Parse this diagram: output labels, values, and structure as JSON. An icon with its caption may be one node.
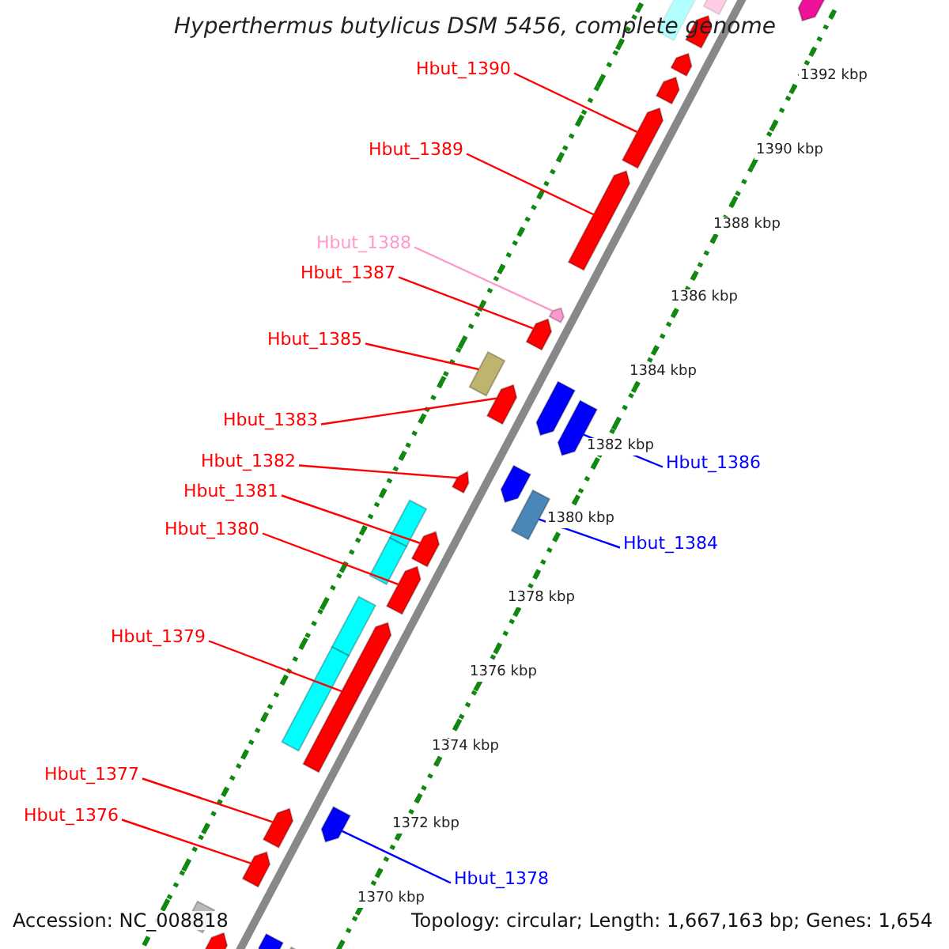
{
  "diagram": {
    "title": "Hyperthermus butylicus DSM 5456, complete genome",
    "nodes": [
      {
        "text": [
          "Hbut_1390"
        ]
      },
      {
        "text": [
          "Hbut_1389"
        ]
      },
      {
        "text": [
          "Hbut_1388"
        ]
      },
      {
        "text": [
          "Hbut_1387"
        ]
      },
      {
        "text": [
          "Hbut_1385"
        ]
      },
      {
        "text": [
          "Hbut_1383"
        ]
      },
      {
        "text": [
          "Hbut_1382"
        ]
      },
      {
        "text": [
          "Hbut_1386"
        ]
      },
      {
        "text": [
          "Hbut_1381"
        ]
      },
      {
        "text": [
          "Hbut_1380"
        ]
      },
      {
        "text": [
          "Hbut_1384"
        ]
      },
      {
        "text": [
          "Hbut_1379"
        ]
      },
      {
        "text": [
          "Hbut_1377"
        ]
      },
      {
        "text": [
          "Hbut_1376"
        ]
      },
      {
        "text": [
          "Hbut_1378"
        ]
      },
      {
        "text": [],
        "shape": "arrow"
      },
      {
        "text": [],
        "shape": "arrow"
      },
      {
        "text": [],
        "shape": "arrow"
      },
      {
        "text": [],
        "shape": "arrow"
      },
      {
        "text": [],
        "shape": "box"
      },
      {
        "text": [],
        "shape": "arrow"
      },
      {
        "text": [],
        "shape": "arrow"
      },
      {
        "text": [],
        "shape": "arrow"
      },
      {
        "text": [],
        "shape": "arrow"
      },
      {
        "text": [],
        "shape": "arrow"
      },
      {
        "text": [],
        "shape": "box"
      },
      {
        "text": [],
        "shape": "arrow"
      },
      {
        "text": [],
        "shape": "arrow"
      },
      {
        "text": [],
        "shape": "arrow"
      },
      {
        "text": [],
        "shape": "arrow"
      },
      {
        "text": [],
        "shape": "arrow"
      },
      {
        "text": [],
        "shape": "arrow"
      },
      {
        "text": [],
        "shape": "arrow"
      },
      {
        "text": [],
        "shape": "box"
      },
      {
        "text": [],
        "shape": "arrow"
      },
      {
        "text": [],
        "shape": "arrow"
      },
      {
        "text": [],
        "shape": "arrow"
      },
      {
        "text": [],
        "shape": "arrow"
      },
      {
        "text": [],
        "shape": "box"
      },
      {
        "text": [],
        "shape": "box"
      },
      {
        "text": [],
        "shape": "box"
      },
      {
        "text": [],
        "shape": "box"
      },
      {
        "text": [],
        "shape": "box"
      },
      {
        "text": [],
        "shape": "arrow"
      },
      {
        "text": [],
        "shape": "box"
      },
      {
        "text": [],
        "shape": "box"
      }
    ],
    "edges": [
      {
        "from": 0,
        "to": 15,
        "arrow": "none"
      },
      {
        "from": 1,
        "to": 16,
        "arrow": "none"
      },
      {
        "from": 2,
        "to": 17,
        "arrow": "none",
        "color": "#ff99cc"
      },
      {
        "from": 3,
        "to": 18,
        "arrow": "none"
      },
      {
        "from": 4,
        "to": 19,
        "arrow": "none"
      },
      {
        "from": 5,
        "to": 20,
        "arrow": "none"
      },
      {
        "from": 6,
        "to": 21,
        "arrow": "none"
      },
      {
        "from": 7,
        "to": 22,
        "arrow": "none",
        "color": "#0000ff"
      },
      {
        "from": 8,
        "to": 23,
        "arrow": "none"
      },
      {
        "from": 9,
        "to": 24,
        "arrow": "none"
      },
      {
        "from": 10,
        "to": 25,
        "arrow": "none",
        "color": "#0000ff"
      },
      {
        "from": 11,
        "to": 26,
        "arrow": "none"
      },
      {
        "from": 12,
        "to": 27,
        "arrow": "none"
      },
      {
        "from": 13,
        "to": 28,
        "arrow": "none"
      },
      {
        "from": 14,
        "to": 29,
        "arrow": "none",
        "color": "#0000ff"
      }
    ],
    "labels": [
      "1392 kbp",
      "1390 kbp",
      "1388 kbp",
      "1386 kbp",
      "1384 kbp",
      "1382 kbp",
      "1380 kbp",
      "1378 kbp",
      "1376 kbp",
      "1374 kbp",
      "1372 kbp",
      "1370 kbp",
      "Accession: NC_008818",
      "Topology: circular; Length: 1,667,163 bp; Genes: 1,654"
    ]
  }
}
